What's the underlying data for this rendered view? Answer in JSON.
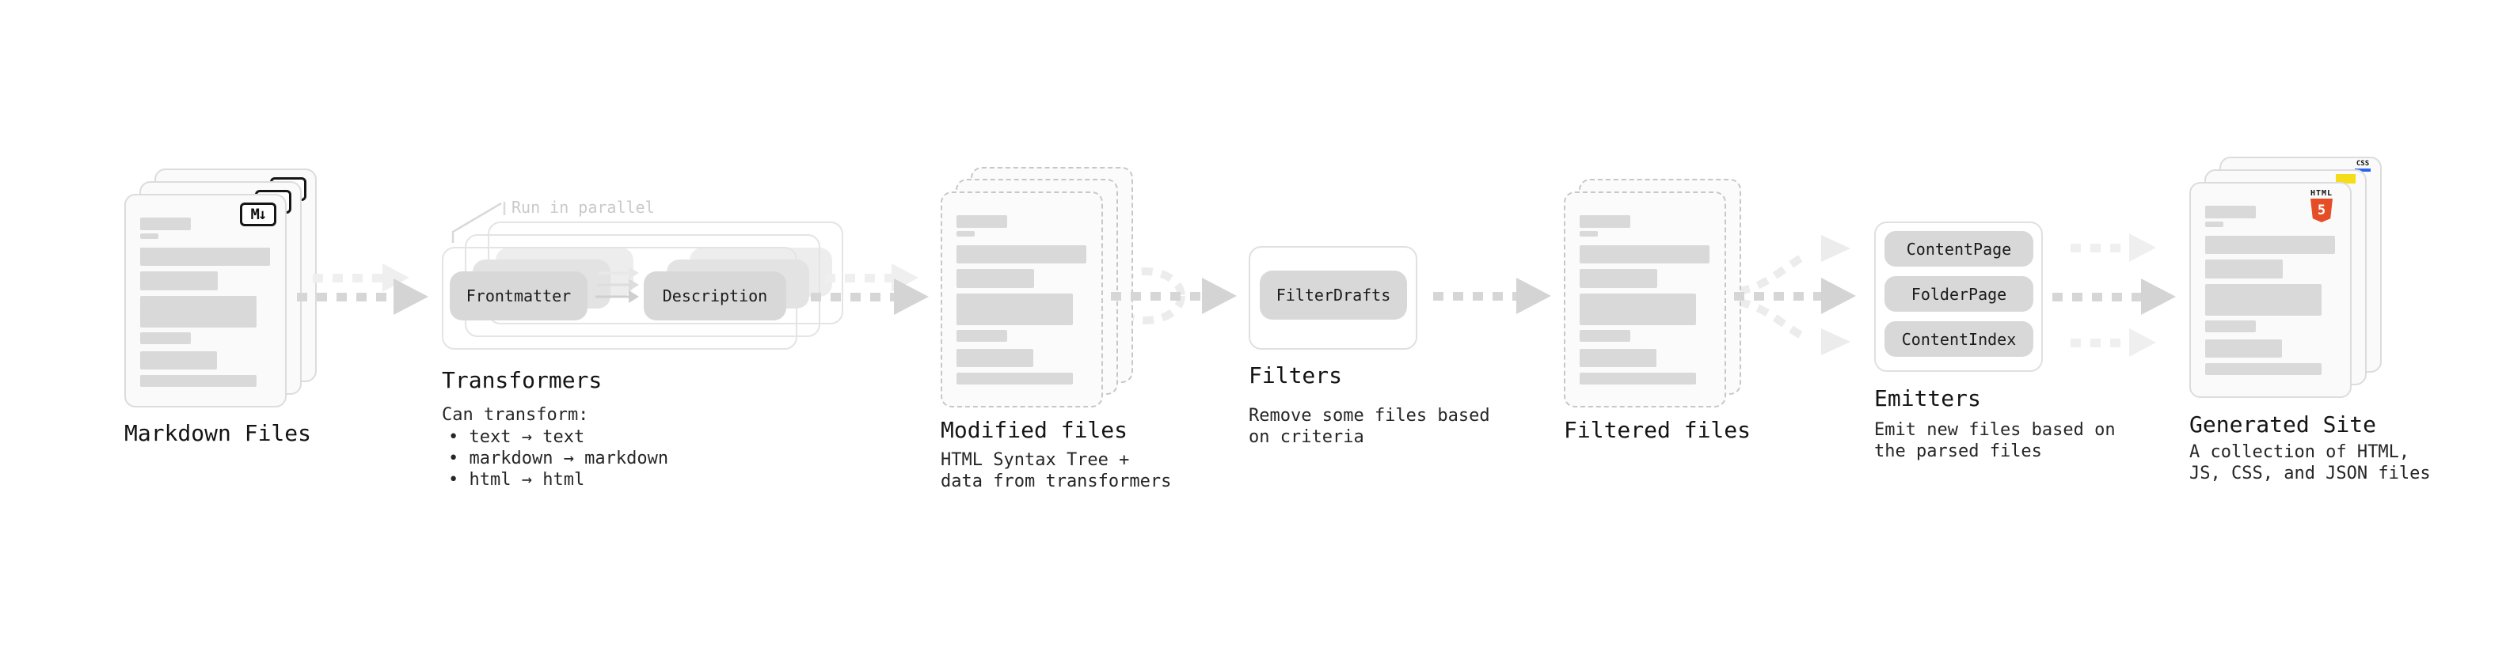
{
  "stages": {
    "markdown": {
      "title": "Markdown Files",
      "badge": "M↓"
    },
    "transformers": {
      "title": "Transformers",
      "note": "Run in parallel",
      "desc": "Can transform:",
      "bullets": [
        "• text → text",
        "• markdown → markdown",
        "• html → html"
      ],
      "pill_left": "Frontmatter",
      "pill_right": "Description"
    },
    "modified": {
      "title": "Modified files",
      "desc": "HTML Syntax Tree +\ndata from transformers"
    },
    "filters": {
      "title": "Filters",
      "desc": "Remove some files based\non criteria",
      "pill": "FilterDrafts"
    },
    "filtered": {
      "title": "Filtered files"
    },
    "emitters": {
      "title": "Emitters",
      "desc": "Emit new files based on\nthe parsed files",
      "pills": [
        "ContentPage",
        "FolderPage",
        "ContentIndex"
      ]
    },
    "generated": {
      "title": "Generated Site",
      "desc": "A collection of HTML,\nJS, CSS, and JSON files",
      "badge_html_label": "HTML",
      "badge_html_number": "5",
      "badge_css": "CSS"
    }
  },
  "doc_bars": [
    {
      "w": 64,
      "h": 16,
      "mb": 4
    },
    {
      "w": 23,
      "h": 7,
      "mb": 11
    },
    {
      "w": 164,
      "h": 23,
      "mb": 7
    },
    {
      "w": 98,
      "h": 24,
      "mb": 7
    },
    {
      "w": 147,
      "h": 40,
      "mb": 6
    },
    {
      "w": 64,
      "h": 15,
      "mb": 9
    },
    {
      "w": 97,
      "h": 23,
      "mb": 7
    },
    {
      "w": 147,
      "h": 15,
      "mb": 0
    }
  ],
  "colors": {
    "background": "#ffffff",
    "card_bg": "#fafafa",
    "card_border": "#dcdcdc",
    "dashed_border": "#c7c7c7",
    "bar": "#d9d9d9",
    "pill_bg": "#d8d8d8",
    "pill_text": "#1b1b1b",
    "outline_box": "#e4e4e4",
    "arrow_dark": "#d6d6d6",
    "arrow_light": "#efefef",
    "title_text": "#141414",
    "desc_text": "#262626",
    "note_text": "#c9c9c9",
    "markdown_badge": "#161616",
    "html5_orange": "#e44d26",
    "js_yellow": "#f5de19",
    "css_blue": "#2965f1"
  },
  "icons": [
    "markdown-icon",
    "html5-icon",
    "js-icon",
    "css-icon",
    "dashed-arrow-icon",
    "loop-icon",
    "fork-icon"
  ]
}
